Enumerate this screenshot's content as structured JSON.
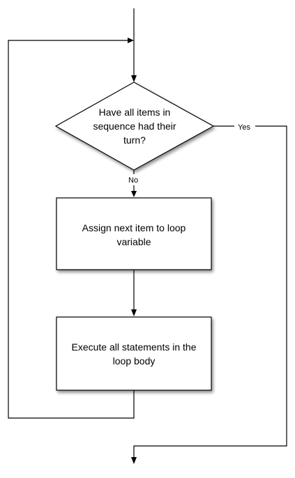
{
  "diagram": {
    "type": "flowchart",
    "nodes": {
      "decision": {
        "shape": "diamond",
        "lines": [
          "Have all items in",
          "sequence had their",
          "turn?"
        ]
      },
      "assign": {
        "shape": "rectangle",
        "lines": [
          "Assign next item to loop",
          "variable"
        ]
      },
      "execute": {
        "shape": "rectangle",
        "lines": [
          "Execute all statements in the",
          "loop body"
        ]
      }
    },
    "edges": {
      "yes_label": "Yes",
      "no_label": "No"
    }
  }
}
